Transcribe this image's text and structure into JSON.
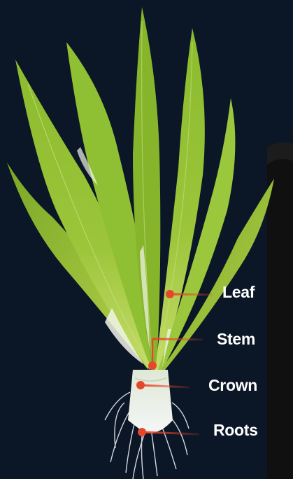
{
  "labels": {
    "leaf": "Leaf",
    "stem": "Stem",
    "crown": "Crown",
    "roots": "Roots"
  },
  "colors": {
    "background": "#0b1626",
    "leaf_green": "#7fae2a",
    "leaf_light": "#b9d24a",
    "marker": "#e5472b",
    "label_text": "#ffffff",
    "crown_white": "#e9eef0"
  }
}
